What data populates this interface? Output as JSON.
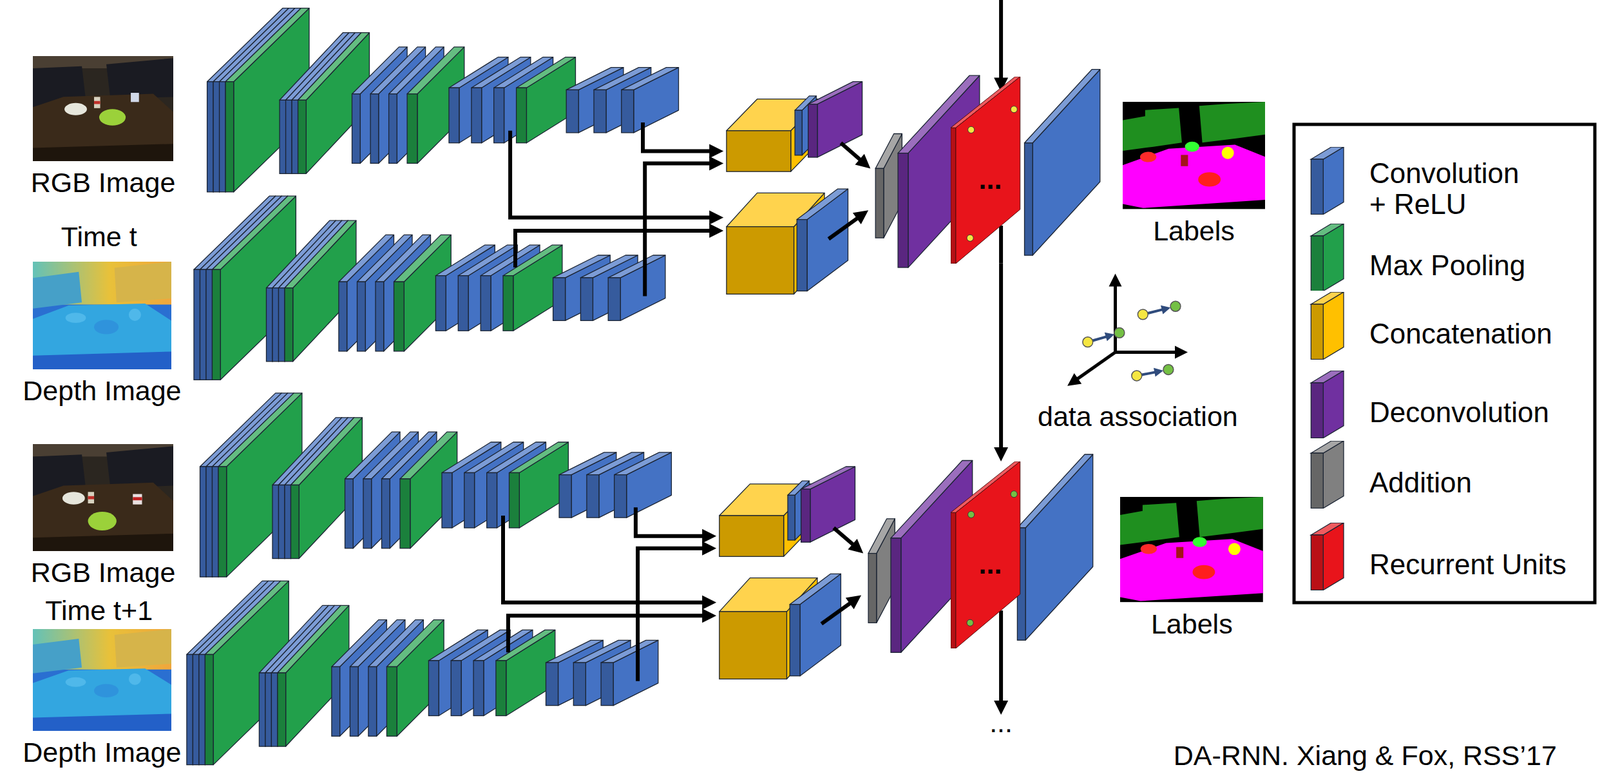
{
  "diagram": {
    "nodes": [
      {
        "text": [
          "RGB Image"
        ]
      },
      {
        "text": [
          "Depth Image"
        ]
      },
      {
        "text": [
          "RGB Image"
        ]
      },
      {
        "text": [
          "Depth Image"
        ]
      },
      {
        "text": [
          "..."
        ]
      },
      {
        "text": [
          "..."
        ]
      },
      {
        "text": [
          "Labels"
        ]
      },
      {
        "text": [
          "Labels"
        ]
      }
    ],
    "edges": [
      {
        "from": 4,
        "to": 5,
        "arrow": "to"
      }
    ],
    "labels": [
      "Time t",
      "Time t+1",
      "data association",
      "...",
      "DA-RNN. Xiang & Fox, RSS’17"
    ],
    "legend": [
      {
        "text": "Convolution + ReLU",
        "color": "#4472C4"
      },
      {
        "text": "Max Pooling",
        "color": "#22A04B"
      },
      {
        "text": "Concatenation",
        "color": "#FFC000"
      },
      {
        "text": "Deconvolution",
        "color": "#7030A0"
      },
      {
        "text": "Addition",
        "color": "#808080"
      },
      {
        "text": "Recurrent Units",
        "color": "#E8141B"
      }
    ]
  }
}
